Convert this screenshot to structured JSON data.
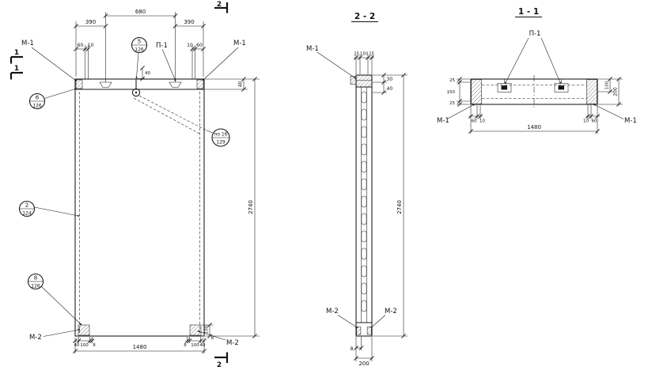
{
  "colors": {
    "ink": "#141414",
    "paper": "#ffffff"
  },
  "elevation": {
    "m1_left": "М-1",
    "m1_right": "М-1",
    "m2_left": "М-2",
    "m2_right": "М-2",
    "p1": "П-1",
    "sec2_top": "2",
    "sec2_bottom": "2",
    "sec1_upper": "1",
    "sec1_lower": "1",
    "callout_5": {
      "num": "5",
      "sheet": "126"
    },
    "callout_6": {
      "num": "6",
      "sheet": "126"
    },
    "callout_16": {
      "num": "по 16",
      "sheet": "129"
    },
    "callout_2": {
      "num": "2",
      "sheet": "124"
    },
    "callout_8": {
      "num": "8",
      "sheet": "126"
    },
    "dims": {
      "top_total": "680",
      "top_left": "390",
      "top_right": "390",
      "tl_60": "60",
      "tl_10": "10",
      "tr_10": "10",
      "tr_60": "60",
      "loop_40": "40",
      "band_40": "40",
      "height": "2740",
      "width": "1480",
      "bl_40": "40",
      "bl_100": "100",
      "bl_8": "8",
      "br_8": "8",
      "br_100": "100",
      "br_40": "40",
      "edge_100": "100",
      "edge_8": "8"
    }
  },
  "section22": {
    "title": "2 - 2",
    "m1": "М-1",
    "m2_left": "М-2",
    "m2_right": "М-2",
    "dims": {
      "t25l": "25",
      "t150": "150",
      "t25r": "25",
      "r30": "30",
      "r40": "40",
      "height": "2740",
      "b8": "8",
      "width": "200"
    }
  },
  "section11": {
    "title": "1 - 1",
    "p1": "П-1",
    "m1_left": "М-1",
    "m1_right": "М-1",
    "dims": {
      "l25t": "25",
      "l150": "150",
      "l25b": "25",
      "r100": "100",
      "r200": "200",
      "bl60": "60",
      "bl10": "10",
      "br10": "10",
      "br60": "60",
      "width": "1480"
    }
  }
}
